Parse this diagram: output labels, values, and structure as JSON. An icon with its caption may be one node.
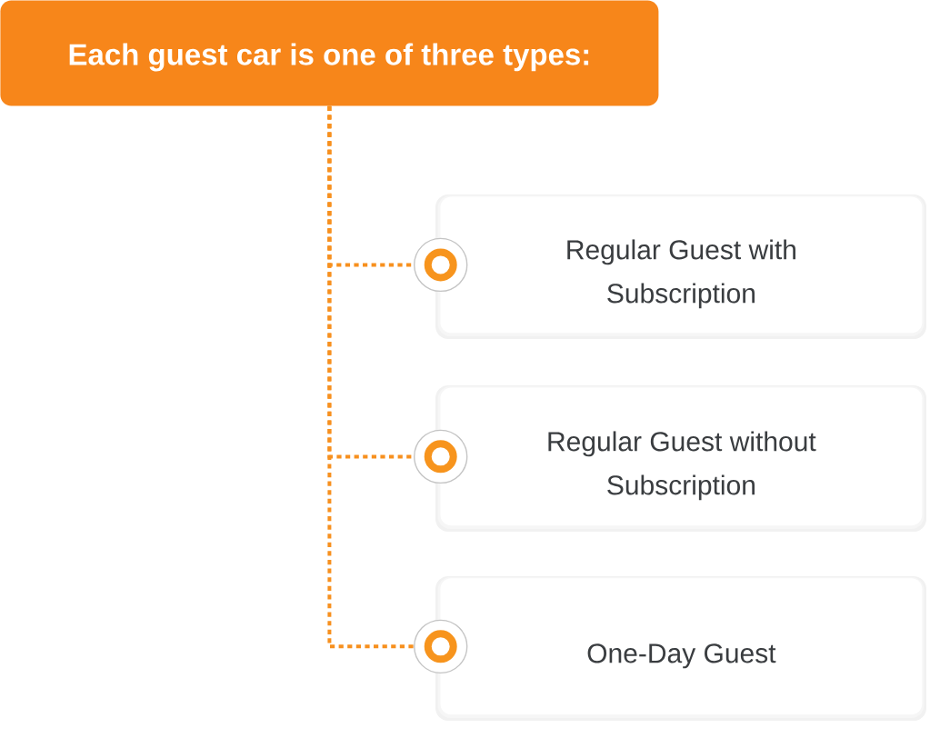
{
  "diagram": {
    "nodes": [
      {
        "text": [
          "Each guest car is one of three types:"
        ]
      },
      {
        "text": [
          "Regular Guest with Subscription"
        ]
      },
      {
        "text": [
          "Regular Guest without Subscription"
        ]
      },
      {
        "text": [
          "One-Day Guest"
        ]
      }
    ],
    "edges": [
      {
        "from": 0,
        "to": 1,
        "arrow": "other"
      },
      {
        "from": 0,
        "to": 2,
        "arrow": "other"
      },
      {
        "from": 0,
        "to": 3,
        "arrow": "other"
      }
    ]
  }
}
